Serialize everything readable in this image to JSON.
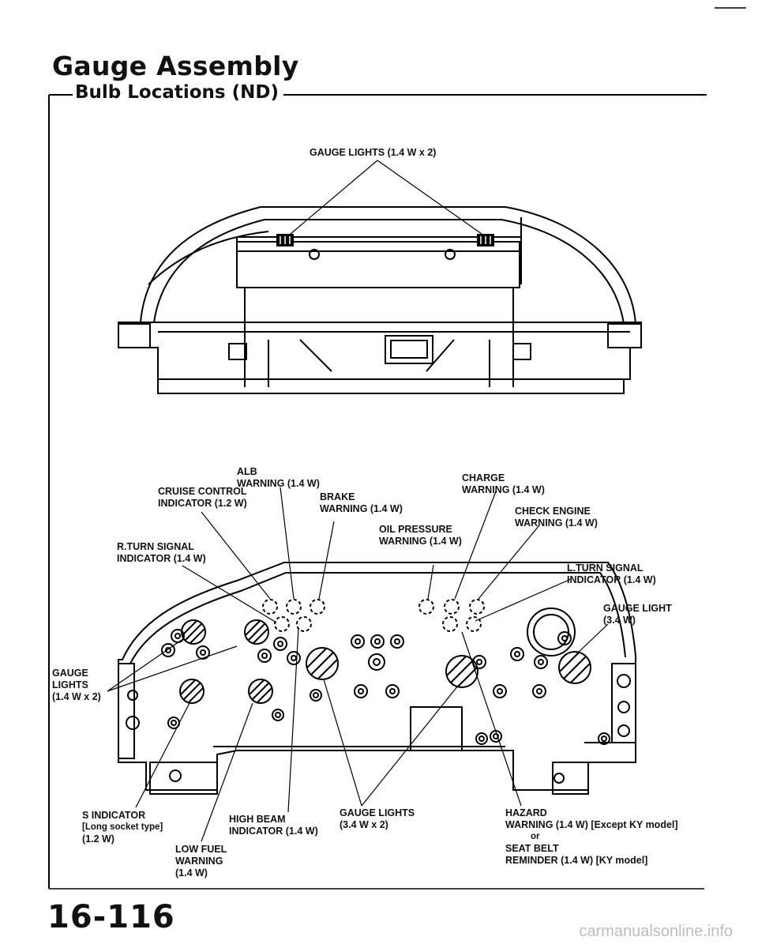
{
  "header": {
    "title": "Gauge Assembly",
    "subtitle": "Bulb Locations (ND)"
  },
  "labels": {
    "gauge_lights_top": "GAUGE LIGHTS (1.4 W x 2)",
    "alb_warning": [
      "ALB",
      "WARNING (1.4 W)"
    ],
    "cruise_control": [
      "CRUISE CONTROL",
      "INDICATOR (1.2 W)"
    ],
    "brake_warning": [
      "BRAKE",
      "WARNING (1.4 W)"
    ],
    "charge_warning": [
      "CHARGE",
      "WARNING (1.4 W)"
    ],
    "check_engine": [
      "CHECK ENGINE",
      "WARNING (1.4 W)"
    ],
    "oil_pressure": [
      "OIL PRESSURE",
      "WARNING (1.4 W)"
    ],
    "r_turn_signal": [
      "R.TURN SIGNAL",
      "INDICATOR (1.4 W)"
    ],
    "l_turn_signal": [
      "L.TURN SIGNAL",
      "INDICATOR (1.4 W)"
    ],
    "gauge_light_right": [
      "GAUGE LIGHT",
      "(3.4 W)"
    ],
    "gauge_lights_left": [
      "GAUGE",
      "LIGHTS",
      "(1.4 W x 2)"
    ],
    "s_indicator": [
      "S INDICATOR",
      "[Long socket type]",
      "(1.2 W)"
    ],
    "low_fuel": [
      "LOW FUEL",
      "WARNING",
      "(1.4 W)"
    ],
    "high_beam": [
      "HIGH BEAM",
      "INDICATOR (1.4 W)"
    ],
    "gauge_lights_bottom": [
      "GAUGE LIGHTS",
      "(3.4 W x 2)"
    ],
    "hazard": [
      "HAZARD",
      "WARNING (1.4 W) [Except KY model]",
      "or",
      "SEAT BELT",
      "REMINDER (1.4 W) [KY model]"
    ]
  },
  "footer": {
    "page_number": "16-116",
    "watermark": "carmanualsonline.info"
  }
}
